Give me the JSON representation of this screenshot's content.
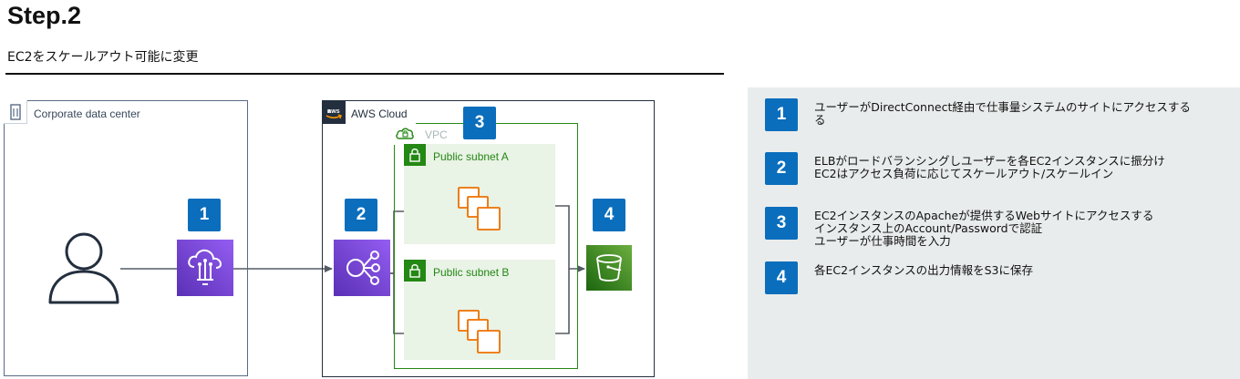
{
  "header": {
    "title": "Step.2",
    "subtitle": "EC2をスケールアウト可能に変更"
  },
  "diagram": {
    "corporate_label": "Corporate data center",
    "aws_label": "AWS Cloud",
    "vpc_label": "VPC",
    "subnet_a_label": "Public subnet A",
    "subnet_b_label": "Public subnet B",
    "badges": [
      "1",
      "2",
      "3",
      "4"
    ],
    "icons": [
      "user-icon",
      "direct-connect-icon",
      "elb-icon",
      "ec2-instances-icon",
      "s3-bucket-icon",
      "building-icon",
      "aws-logo-icon",
      "vpc-cloud-icon",
      "lock-icon"
    ],
    "colors": {
      "badge": "#0a6ebd",
      "subnet_fill": "#e9f3e6",
      "vpc_border": "#248814",
      "service_purple": "#8c4fff",
      "ec2_orange": "#ed7100",
      "s3_green": "#3f8624"
    }
  },
  "steps": [
    {
      "num": "1",
      "lines": [
        "ユーザーがDirectConnect経由で仕事量システムのサイトにアクセスする",
        "る"
      ]
    },
    {
      "num": "2",
      "lines": [
        "ELBがロードバランシングしユーザーを各EC2インスタンスに振分け",
        "EC2はアクセス負荷に応じてスケールアウト/スケールイン"
      ]
    },
    {
      "num": "3",
      "lines": [
        "EC2インスタンスのApacheが提供するWebサイトにアクセスする",
        "インスタンス上のAccount/Passwordで認証",
        "ユーザーが仕事時間を入力"
      ]
    },
    {
      "num": "4",
      "lines": [
        "各EC2インスタンスの出力情報をS3に保存"
      ]
    }
  ]
}
